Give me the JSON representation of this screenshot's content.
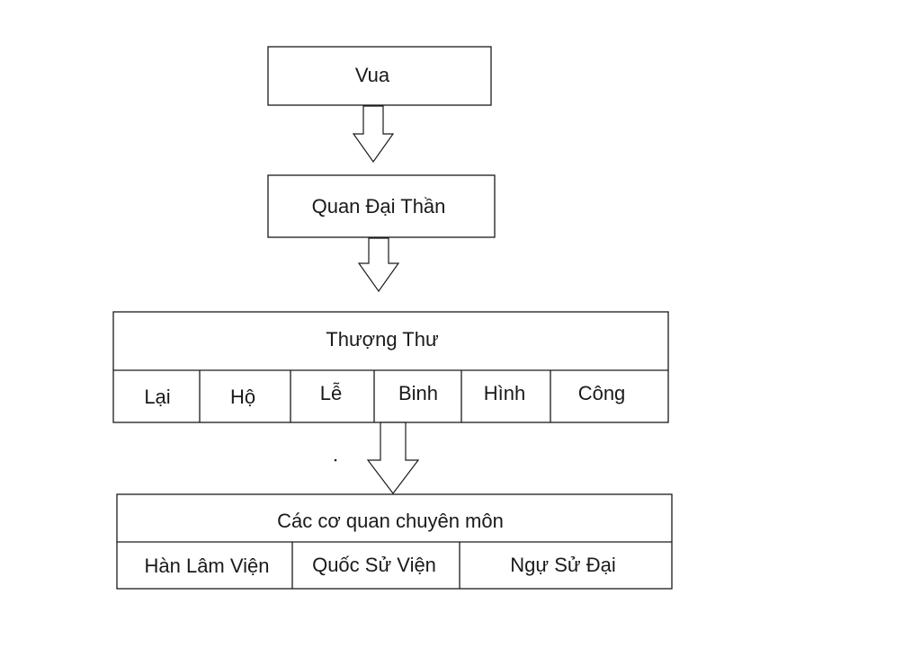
{
  "top": {
    "title": "Vua"
  },
  "middle": {
    "title": "Quan Đại Thần"
  },
  "ministries": {
    "title": "Thượng Thư",
    "items": [
      "Lại",
      "Hộ",
      "Lễ",
      "Binh",
      "Hình",
      "Công"
    ]
  },
  "agencies": {
    "title": "Các cơ quan chuyên môn",
    "items": [
      "Hàn Lâm Viện",
      "Quốc Sử Viện",
      "Ngự Sử Đại"
    ]
  }
}
